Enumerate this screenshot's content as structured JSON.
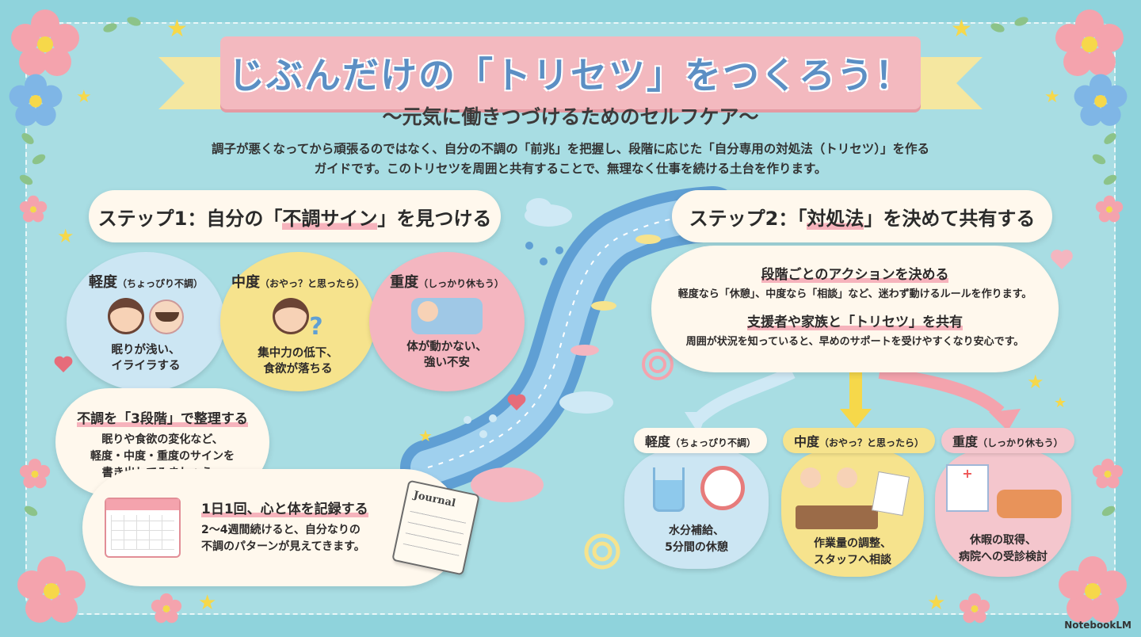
{
  "title": "じぶんだけの「トリセツ」をつくろう！",
  "subtitle": "〜元気に働きつづけるためのセルフケア〜",
  "intro": [
    "調子が悪くなってから頑張るのではなく、自分の不調の「前兆」を把握し、段階に応じた「自分専用の対処法（トリセツ）」を作る",
    "ガイドです。このトリセツを周囲と共有することで、無理なく仕事を続ける土台を作ります。"
  ],
  "step1": {
    "title_prefix": "ステップ1：自分の「",
    "title_highlight": "不調サイン",
    "title_suffix": "」を見つける",
    "levels": [
      {
        "name": "軽度",
        "note": "（ちょっぴり不調）",
        "desc": [
          "眠りが浅い、",
          "イライラする"
        ]
      },
      {
        "name": "中度",
        "note": "（おやっ？と思ったら）",
        "desc": [
          "集中力の低下、",
          "食欲が落ちる"
        ]
      },
      {
        "name": "重度",
        "note": "（しっかり休もう）",
        "desc": [
          "体が動かない、",
          "強い不安"
        ]
      }
    ],
    "organize": {
      "title": "不調を「3段階」で整理する",
      "text": [
        "眠りや食欲の変化など、",
        "軽度・中度・重度のサインを",
        "書き出してみましょう。"
      ]
    },
    "record": {
      "title": "1日1回、心と体を記録する",
      "text": [
        "2〜4週間続けると、自分なりの",
        "不調のパターンが見えてきます。"
      ],
      "journal_label": "Journal"
    }
  },
  "step2": {
    "title_prefix": "ステップ2：「",
    "title_highlight": "対処法",
    "title_suffix": "」を決めて共有する",
    "action": {
      "title": "段階ごとのアクションを決める",
      "text": "軽度なら「休憩」、中度なら「相談」など、迷わず動けるルールを作ります。"
    },
    "share": {
      "title": "支援者や家族と「トリセツ」を共有",
      "text": "周囲が状況を知っていると、早めのサポートを受けやすくなり安心です。"
    },
    "levels": [
      {
        "name": "軽度",
        "note": "（ちょっぴり不調）",
        "desc": [
          "水分補給、",
          "5分間の休憩"
        ]
      },
      {
        "name": "中度",
        "note": "（おやっ？と思ったら）",
        "desc": [
          "作業量の調整、",
          "スタッフへ相談"
        ]
      },
      {
        "name": "重度",
        "note": "（しっかり休もう）",
        "desc": [
          "休暇の取得、",
          "病院への受診検討"
        ]
      }
    ]
  },
  "brand": "NotebookLM",
  "colors": {
    "background": "#8fd3dc",
    "title_banner": "#f3b9bf",
    "title_text": "#5c8fc4",
    "mild": "#cce6f3",
    "moderate": "#f6e38d",
    "severe": "#f4b6c0"
  }
}
